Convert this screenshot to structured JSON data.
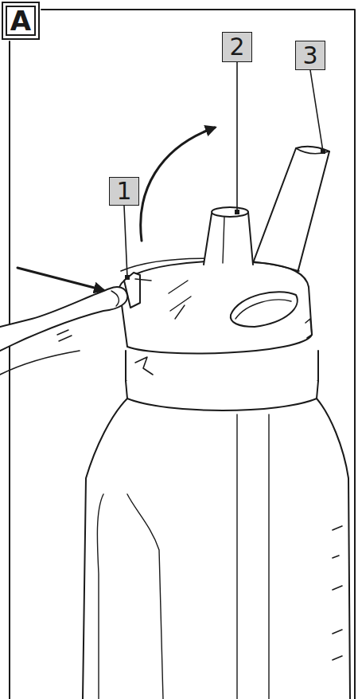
{
  "diagram": {
    "nodes": [
      {
        "text": [
          "A"
        ]
      },
      {
        "text": [
          "1"
        ]
      },
      {
        "text": [
          "2"
        ]
      },
      {
        "text": [
          "3"
        ]
      }
    ]
  }
}
